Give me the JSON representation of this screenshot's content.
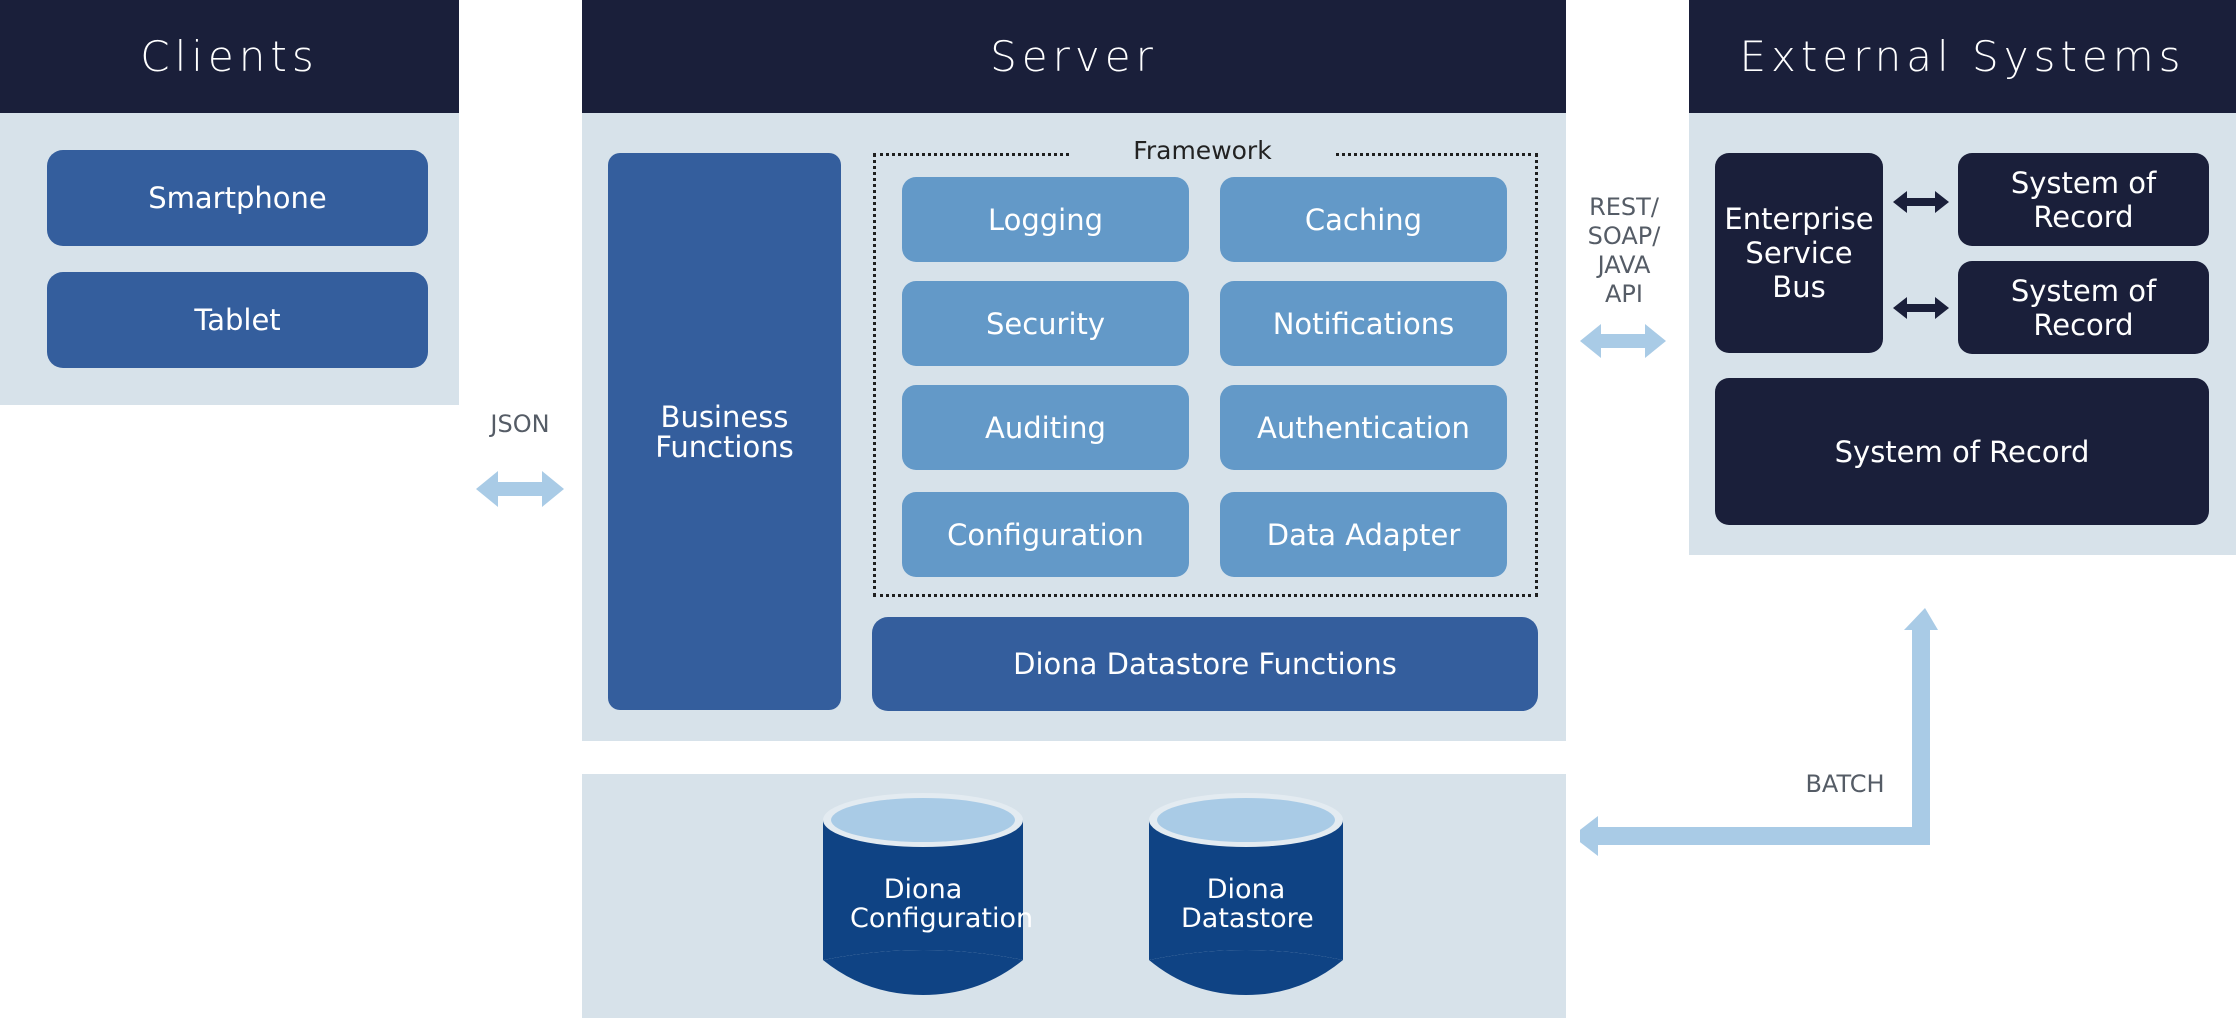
{
  "clients": {
    "header": "Clients",
    "items": [
      "Smartphone",
      "Tablet"
    ]
  },
  "server": {
    "header": "Server",
    "business_functions": "Business Functions",
    "framework": {
      "label": "Framework",
      "items": [
        "Logging",
        "Caching",
        "Security",
        "Notifications",
        "Auditing",
        "Authentication",
        "Configuration",
        "Data Adapter"
      ]
    },
    "datastore_functions": "Diona Datastore Functions"
  },
  "databases": [
    "Diona Configuration",
    "Diona Datastore"
  ],
  "external": {
    "header": "External Systems",
    "esb": "Enterprise Service Bus",
    "systems": [
      "System of Record",
      "System of Record",
      "System of Record"
    ]
  },
  "connectors": {
    "json": "JSON",
    "rest": "REST/ SOAP/ JAVA API",
    "batch": "BATCH"
  },
  "colors": {
    "header_navy": "#1a1f3a",
    "panel": "#d7e2ea",
    "dark_blue": "#345e9d",
    "light_blue": "#6399c8",
    "db_blue": "#0f4384",
    "arrow_light": "#a9cbe6"
  }
}
